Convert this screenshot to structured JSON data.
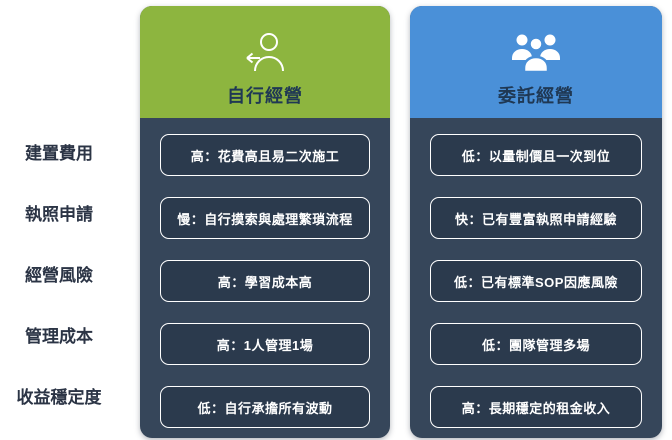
{
  "row_labels": [
    "建置費用",
    "執照申請",
    "經營風險",
    "管理成本",
    "收益穩定度"
  ],
  "columns": [
    {
      "title": "自行經營",
      "icon": "person-arrow-icon",
      "header_color": "#8db53f",
      "cells": [
        "高：花費高且易二次施工",
        "慢：自行摸索與處理繁瑣流程",
        "高：學習成本高",
        "高：1人管理1場",
        "低：自行承擔所有波動"
      ]
    },
    {
      "title": "委託經營",
      "icon": "group-people-icon",
      "header_color": "#4a90d8",
      "cells": [
        "低：以量制價且一次到位",
        "快：已有豐富執照申請經驗",
        "低：已有標準SOP因應風險",
        "低：團隊管理多場",
        "高：長期穩定的租金收入"
      ]
    }
  ],
  "colors": {
    "self_header": "#8db53f",
    "entrust_header": "#4a90d8",
    "column_body": "#36465a",
    "cell_bg": "#2b3a4d",
    "cell_border": "#ffffff",
    "cell_text": "#ffffff",
    "row_label_text": "#2b3445"
  }
}
